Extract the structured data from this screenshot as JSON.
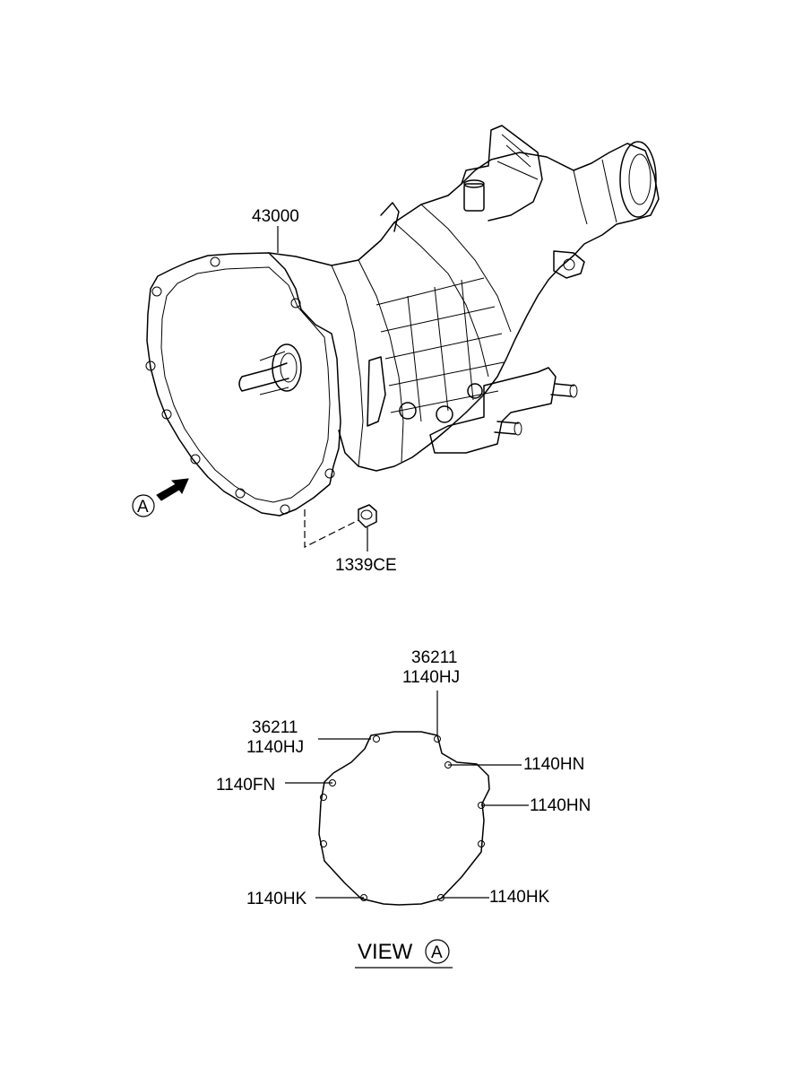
{
  "labels": {
    "transmission": "43000",
    "plug": "1339CE",
    "view_marker": "A",
    "gasket_top_1": "36211",
    "gasket_top_2": "1140HJ",
    "gasket_left_1": "36211",
    "gasket_left_2": "1140HJ",
    "gasket_fn": "1140FN",
    "gasket_hn_top": "1140HN",
    "gasket_hn_right": "1140HN",
    "gasket_hk_left": "1140HK",
    "gasket_hk_right": "1140HK",
    "view_title": "VIEW",
    "view_title_marker": "A"
  }
}
